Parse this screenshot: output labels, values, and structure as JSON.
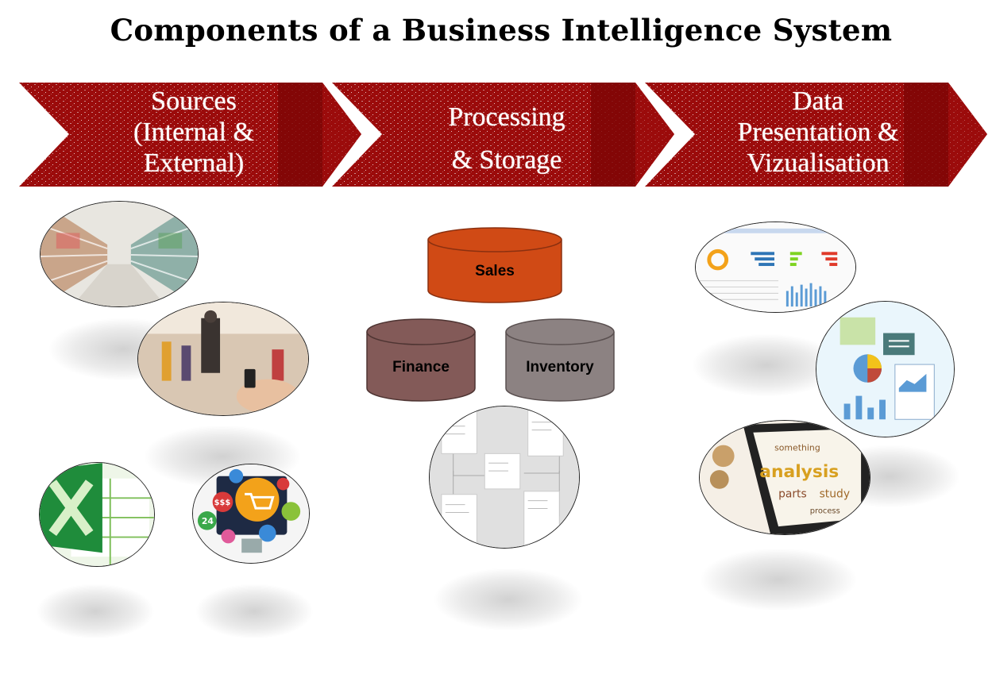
{
  "title": "Components of a Business Intelligence System",
  "stages": [
    {
      "lines": [
        "Sources",
        "(Internal &",
        "External)"
      ]
    },
    {
      "lines": [
        "Processing",
        "& Storage"
      ]
    },
    {
      "lines": [
        "Data",
        "Presentation &",
        "Vizualisation"
      ]
    }
  ],
  "databases": [
    {
      "label": "Sales",
      "color": "#d04a15"
    },
    {
      "label": "Finance",
      "color": "#835a58"
    },
    {
      "label": "Inventory",
      "color": "#8c8282"
    }
  ],
  "images": {
    "ecommerce_price": "$$$",
    "ecommerce_hours": "24",
    "word_cloud": [
      "analysis",
      "study",
      "parts",
      "process",
      "something"
    ]
  },
  "colors": {
    "chevron": "#9b0b0b",
    "chevron_dark": "#7c0505"
  }
}
